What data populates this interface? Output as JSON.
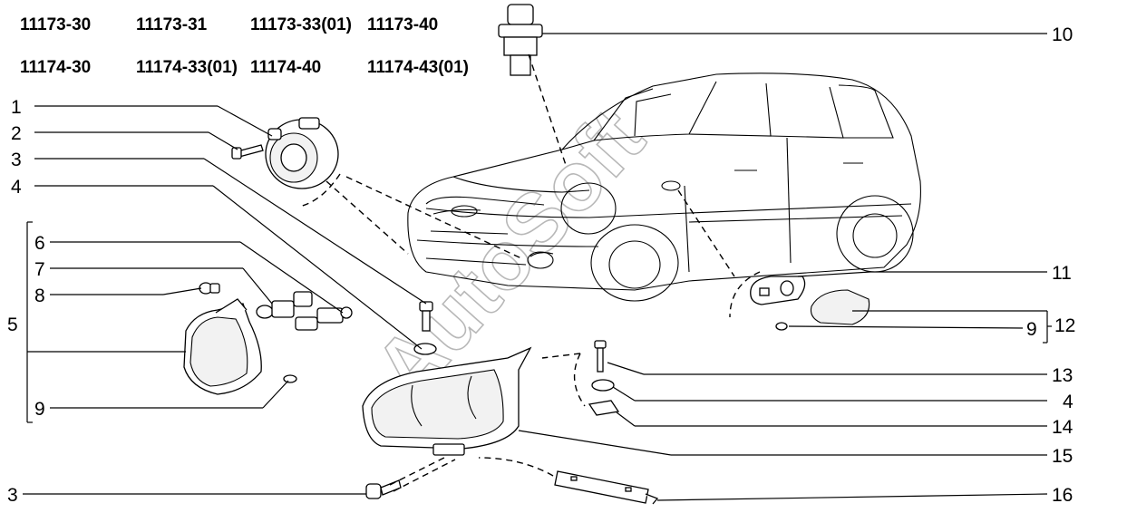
{
  "models": [
    [
      "11173-30",
      "11173-31",
      "11173-33(01)",
      "11173-40"
    ],
    [
      "11174-30",
      "11174-33(01)",
      "11174-40",
      "11174-43(01)"
    ]
  ],
  "callouts_left": [
    "1",
    "2",
    "3",
    "4",
    "5",
    "6",
    "7",
    "8",
    "9",
    "3"
  ],
  "callouts_right": [
    "10",
    "11",
    "9",
    "12",
    "13",
    "4",
    "14",
    "15",
    "16"
  ],
  "watermark": "AutoSoft"
}
